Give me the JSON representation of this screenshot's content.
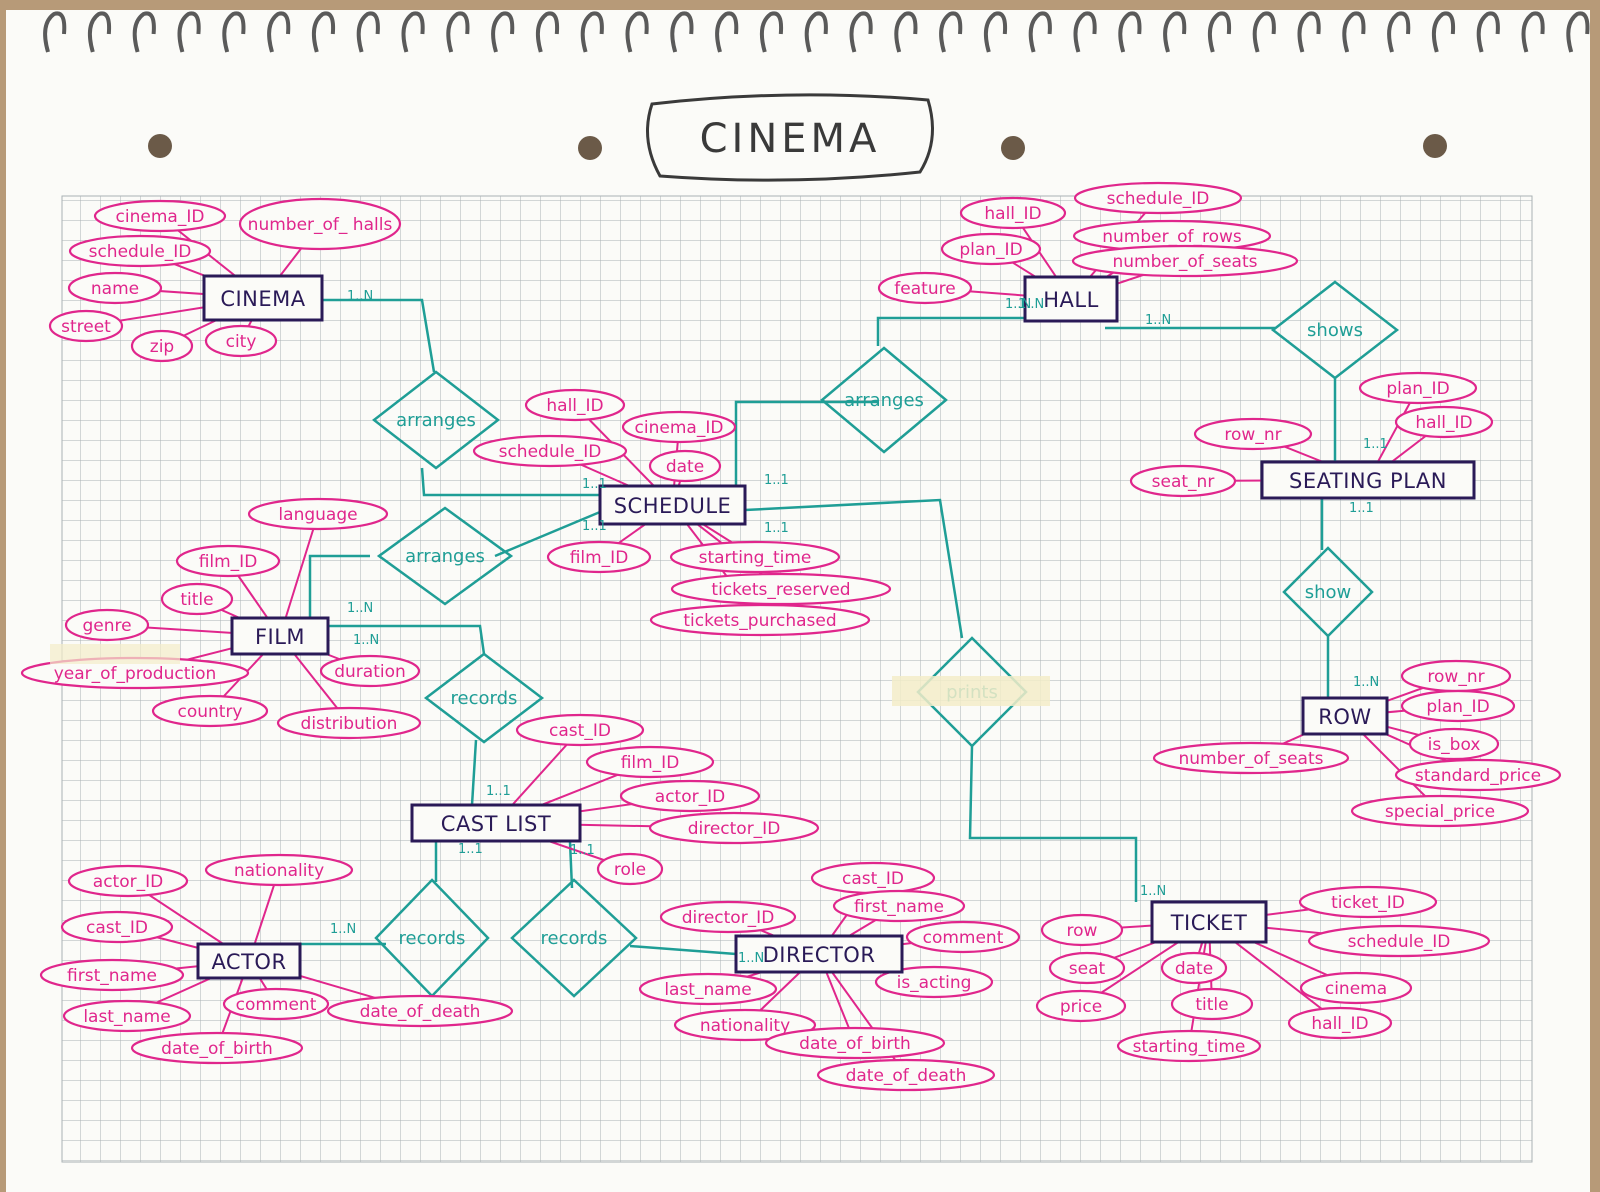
{
  "title": "CINEMA",
  "colors": {
    "attribute": "#e0268c",
    "entity": "#2a1a57",
    "relationship": "#1f9e96",
    "grid": "#a9b2b4",
    "paper": "#fbfbf8",
    "tape": "#f3ecc9"
  },
  "entities": [
    {
      "id": "cinema",
      "label": "CINEMA"
    },
    {
      "id": "hall",
      "label": "HALL"
    },
    {
      "id": "schedule",
      "label": "SCHEDULE"
    },
    {
      "id": "seating_plan",
      "label": "SEATING PLAN"
    },
    {
      "id": "film",
      "label": "FILM"
    },
    {
      "id": "row",
      "label": "ROW"
    },
    {
      "id": "cast_list",
      "label": "CAST LIST"
    },
    {
      "id": "actor",
      "label": "ACTOR"
    },
    {
      "id": "director",
      "label": "DIRECTOR"
    },
    {
      "id": "ticket",
      "label": "TICKET"
    }
  ],
  "relationships": [
    {
      "id": "rel_arranges_1",
      "label": "arranges"
    },
    {
      "id": "rel_arranges_2",
      "label": "arranges"
    },
    {
      "id": "rel_arranges_3",
      "label": "arranges"
    },
    {
      "id": "rel_shows",
      "label": "shows"
    },
    {
      "id": "rel_show",
      "label": "show"
    },
    {
      "id": "rel_prints",
      "label": "prints"
    },
    {
      "id": "rel_records_1",
      "label": "records"
    },
    {
      "id": "rel_records_2",
      "label": "records"
    },
    {
      "id": "rel_records_3",
      "label": "records"
    }
  ],
  "attributes": {
    "cinema": [
      "cinema_ID",
      "schedule_ID",
      "name",
      "street",
      "zip",
      "city",
      "number_of_ halls"
    ],
    "hall": [
      "hall_ID",
      "plan_ID",
      "feature",
      "schedule_ID",
      "number_of_rows",
      "number_of_seats"
    ],
    "schedule": [
      "hall_ID",
      "schedule_ID",
      "cinema_ID",
      "date",
      "film_ID",
      "starting_time",
      "tickets_reserved",
      "tickets_purchased"
    ],
    "seating_plan": [
      "plan_ID",
      "hall_ID",
      "row_nr",
      "seat_nr"
    ],
    "film": [
      "language",
      "film_ID",
      "title",
      "genre",
      "year_of_production",
      "country",
      "duration",
      "distribution"
    ],
    "row": [
      "row_nr",
      "plan_ID",
      "is_box",
      "standard_price",
      "special_price",
      "number_of_seats"
    ],
    "cast_list": [
      "cast_ID",
      "film_ID",
      "actor_ID",
      "director_ID",
      "role"
    ],
    "actor": [
      "actor_ID",
      "nationality",
      "cast_ID",
      "first_name",
      "last_name",
      "comment",
      "date_of_birth",
      "date_of_death"
    ],
    "director": [
      "director_ID",
      "cast_ID",
      "first_name",
      "comment",
      "is_acting",
      "last_name",
      "nationality",
      "date_of_birth",
      "date_of_death"
    ],
    "ticket": [
      "ticket_ID",
      "schedule_ID",
      "cinema",
      "hall_ID",
      "row",
      "seat",
      "price",
      "date",
      "title",
      "starting_time"
    ]
  },
  "cardinalities": [
    "1..N",
    "1..N",
    "1..N",
    "1..1",
    "1..1",
    "1..1",
    "1..1",
    "1..1",
    "1..1",
    "1..N",
    "1..N",
    "1..1",
    "1..1",
    "1..1",
    "1..N",
    "1..N",
    "1..N",
    "1..N",
    "1..N"
  ]
}
